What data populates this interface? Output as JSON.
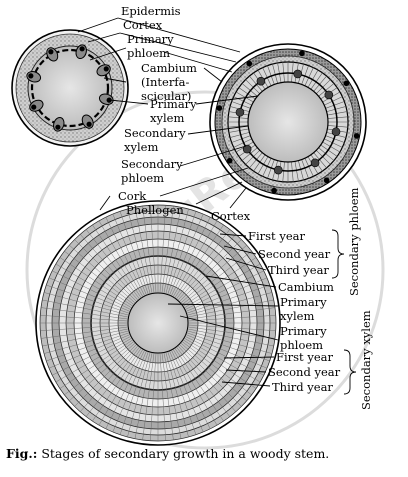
{
  "watermark": "eduRev",
  "labels_top": {
    "epidermis": "Epidermis",
    "cortex": "Cortex",
    "primary_phloem_1": "Primary",
    "primary_phloem_2": "phloem",
    "cambium_1": "Cambium",
    "cambium_2": "(Interfa-",
    "cambium_3": "scicular)",
    "primary_xylem_1": "Primary",
    "primary_xylem_2": "xylem",
    "secondary_xylem_1": "Secondary",
    "secondary_xylem_2": "xylem",
    "secondary_phloem_1": "Secondary",
    "secondary_phloem_2": "phloem",
    "cork": "Cork",
    "phellogen": "Phellogen",
    "cortex_right": "Cortex"
  },
  "labels_bottom": {
    "first_year": "First year",
    "second_year": "Second year",
    "third_year": "Third year",
    "secondary_phloem_brace": "Secondary phloem",
    "cambium": "Cambium",
    "primary_xylem_1": "Primary",
    "primary_xylem_2": "xylem",
    "primary_phloem_1": "Primary",
    "primary_phloem_2": "phloem",
    "first_year_x": "First year",
    "second_year_x": "Second year",
    "third_year_x": "Third year",
    "secondary_xylem_brace": "Secondary xylem"
  },
  "caption": {
    "prefix": "Fig.:",
    "text": " Stages of secondary growth in a woody stem."
  }
}
